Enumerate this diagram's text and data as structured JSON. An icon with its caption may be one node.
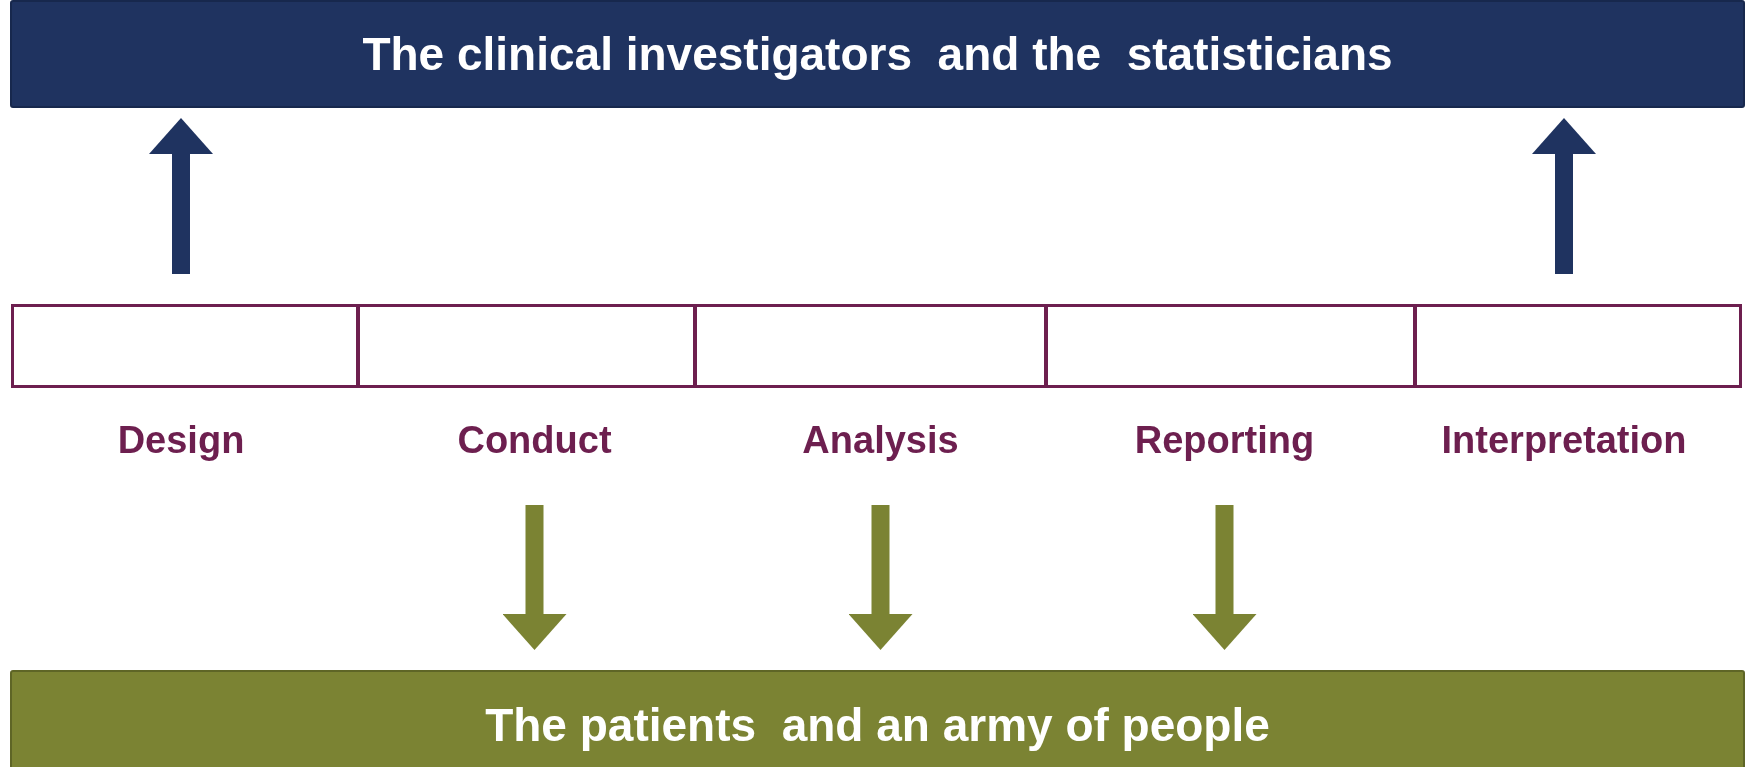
{
  "diagram": {
    "nodes": [
      {
        "text": [
          "The clinical investigators  and the  statisticians"
        ]
      },
      {
        "text": [
          "Design"
        ]
      },
      {
        "text": [
          "Conduct"
        ]
      },
      {
        "text": [
          "Analysis"
        ]
      },
      {
        "text": [
          "Reporting"
        ]
      },
      {
        "text": [
          "Interpretation"
        ]
      },
      {
        "text": [
          "The patients  and an army of people"
        ]
      }
    ],
    "edges": [
      {
        "from": 1,
        "to": 0,
        "arrow": "to",
        "color": "#1f3360"
      },
      {
        "from": 5,
        "to": 0,
        "arrow": "to",
        "color": "#1f3360"
      },
      {
        "from": 2,
        "to": 6,
        "arrow": "to"
      },
      {
        "from": 3,
        "to": 6,
        "arrow": "to"
      },
      {
        "from": 4,
        "to": 6,
        "arrow": "to"
      }
    ]
  }
}
